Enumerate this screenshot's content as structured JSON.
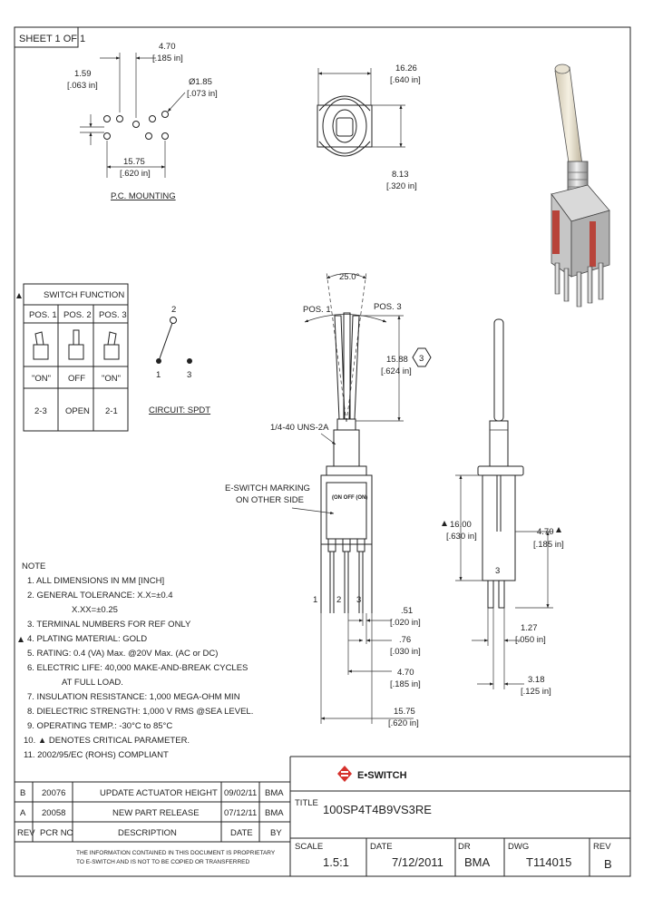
{
  "sheet": "SHEET 1 OF 1",
  "pc_mounting": {
    "dim_pitch": "4.70",
    "dim_pitch_in": "[.185 in]",
    "dim_hole": "1.59",
    "dim_hole_in": "[.063 in]",
    "dim_dia": "Ø1.85",
    "dim_dia_in": "[.073 in]",
    "dim_width": "15.75",
    "dim_width_in": "[.620 in]",
    "label": "P.C. MOUNTING"
  },
  "top_view": {
    "dim_w": "16.26",
    "dim_w_in": "[.640 in]",
    "dim_h": "8.13",
    "dim_h_in": "[.320 in]"
  },
  "switch_function": {
    "title": "SWITCH FUNCTION",
    "headers": [
      "POS. 1",
      "POS. 2",
      "POS. 3"
    ],
    "states": [
      "\"ON\"",
      "OFF",
      "\"ON\""
    ],
    "connections": [
      "2-3",
      "OPEN",
      "2-1"
    ]
  },
  "circuit": {
    "label": "CIRCUIT: SPDT",
    "t1": "1",
    "t2": "2",
    "t3": "3"
  },
  "front_view": {
    "angle": "25.0°",
    "pos1": "POS. 1",
    "pos3": "POS. 3",
    "dim_lever": "15.88",
    "dim_lever_in": "[.624 in]",
    "note_flag": "3",
    "thread": "1/4-40 UNS-2A",
    "marking_1": "E-SWITCH MARKING",
    "marking_2": "ON OTHER SIDE",
    "face_text": "(ON OFF (ON)",
    "pin1": "1",
    "pin2": "2",
    "pin3": "3",
    "dim_pin_w": ".51",
    "dim_pin_w_in": "[.020 in]",
    "dim_pin_t": ".76",
    "dim_pin_t_in": "[.030 in]",
    "dim_pitch": "4.70",
    "dim_pitch_in": "[.185 in]",
    "dim_width": "15.75",
    "dim_width_in": "[.620 in]"
  },
  "side_view": {
    "dim_h": "16.00",
    "dim_h_in": "[.630 in]",
    "dim_pin": "4.70",
    "dim_pin_in": "[.185 in]",
    "dim_pin_w": "1.27",
    "dim_pin_w_in": "[.050 in]",
    "dim_len": "3.18",
    "dim_len_in": "[.125 in]",
    "pin_label": "3"
  },
  "notes": {
    "title": "NOTE",
    "lines": [
      "1. ALL DIMENSIONS IN MM [INCH]",
      "2. GENERAL TOLERANCE: X.X=±0.4",
      "X.XX=±0.25",
      "3. TERMINAL NUMBERS FOR REF ONLY",
      "4. PLATING MATERIAL: GOLD",
      "5. RATING: 0.4 (VA) Max. @20V Max. (AC or DC)",
      "6. ELECTRIC LIFE: 40,000 MAKE-AND-BREAK CYCLES",
      "AT FULL LOAD.",
      "7. INSULATION RESISTANCE: 1,000 MEGA-OHM MIN",
      "8. DIELECTRIC STRENGTH: 1,000 V RMS @SEA LEVEL.",
      "9. OPERATING TEMP.: -30°C to 85°C",
      "10. ▲ DENOTES CRITICAL PARAMETER.",
      "11. 2002/95/EC (ROHS) COMPLIANT"
    ]
  },
  "revisions": {
    "rows": [
      {
        "rev": "B",
        "pcr": "20076",
        "desc": "UPDATE ACTUATOR HEIGHT",
        "date": "09/02/11",
        "by": "BMA"
      },
      {
        "rev": "A",
        "pcr": "20058",
        "desc": "NEW PART RELEASE",
        "date": "07/12/11",
        "by": "BMA"
      }
    ],
    "headers": {
      "rev": "REV",
      "pcr": "PCR NO",
      "desc": "DESCRIPTION",
      "date": "DATE",
      "by": "BY"
    },
    "disclaimer_1": "THE INFORMATION CONTAINED IN THIS DOCUMENT IS PROPRIETARY",
    "disclaimer_2": "TO E-SWITCH AND IS NOT TO BE COPIED OR TRANSFERRED"
  },
  "title_block": {
    "logo_text": "E•SWITCH",
    "title_label": "TITLE",
    "title": "100SP4T4B9VS3RE",
    "scale_label": "SCALE",
    "scale": "1.5:1",
    "date_label": "DATE",
    "date": "7/12/2011",
    "dr_label": "DR",
    "dr": "BMA",
    "dwg_label": "DWG",
    "dwg": "T114015",
    "rev_label": "REV",
    "rev": "B"
  },
  "colors": {
    "logo_red": "#d6322d",
    "body_red": "#b8443a",
    "line": "#222222"
  }
}
